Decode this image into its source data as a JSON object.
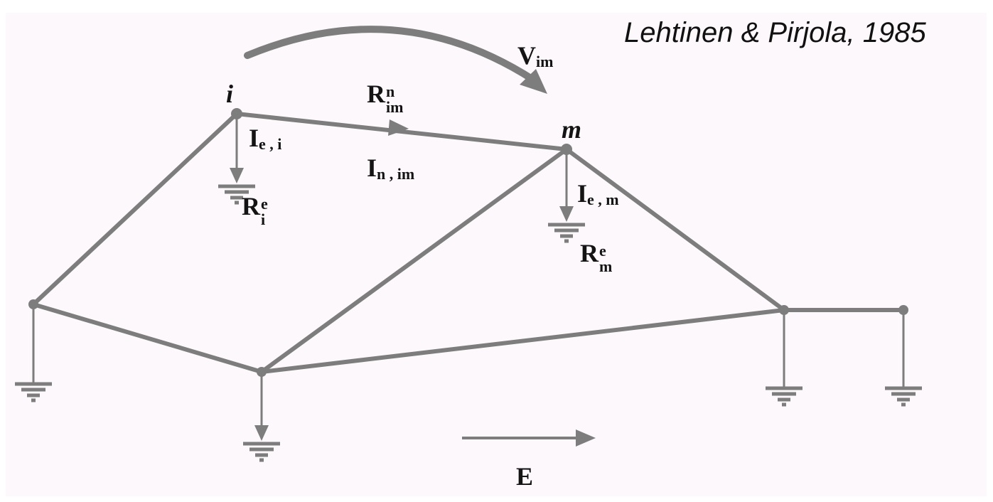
{
  "citation": "Lehtinen & Pirjola, 1985",
  "nodes": {
    "i": "i",
    "m": "m"
  },
  "labels": {
    "V_im": {
      "main": "V",
      "sub": "im"
    },
    "R_n_im": {
      "main": "R",
      "sup": "n",
      "sub": "im"
    },
    "I_n_im": {
      "main": "I",
      "sub": "n , im"
    },
    "I_e_i": {
      "main": "I",
      "sub": "e , i"
    },
    "R_e_i": {
      "main": "R",
      "sup": "e",
      "sub": "i"
    },
    "I_e_m": {
      "main": "I",
      "sub": "e , m"
    },
    "R_e_m": {
      "main": "R",
      "sup": "e",
      "sub": "m"
    },
    "E": "E"
  },
  "colors": {
    "line": "#7d7d7d",
    "text": "#141414",
    "background": "#ffffff",
    "paper": "#fdf8fb"
  },
  "icons": [
    "ground-icon",
    "arrow-icon"
  ]
}
